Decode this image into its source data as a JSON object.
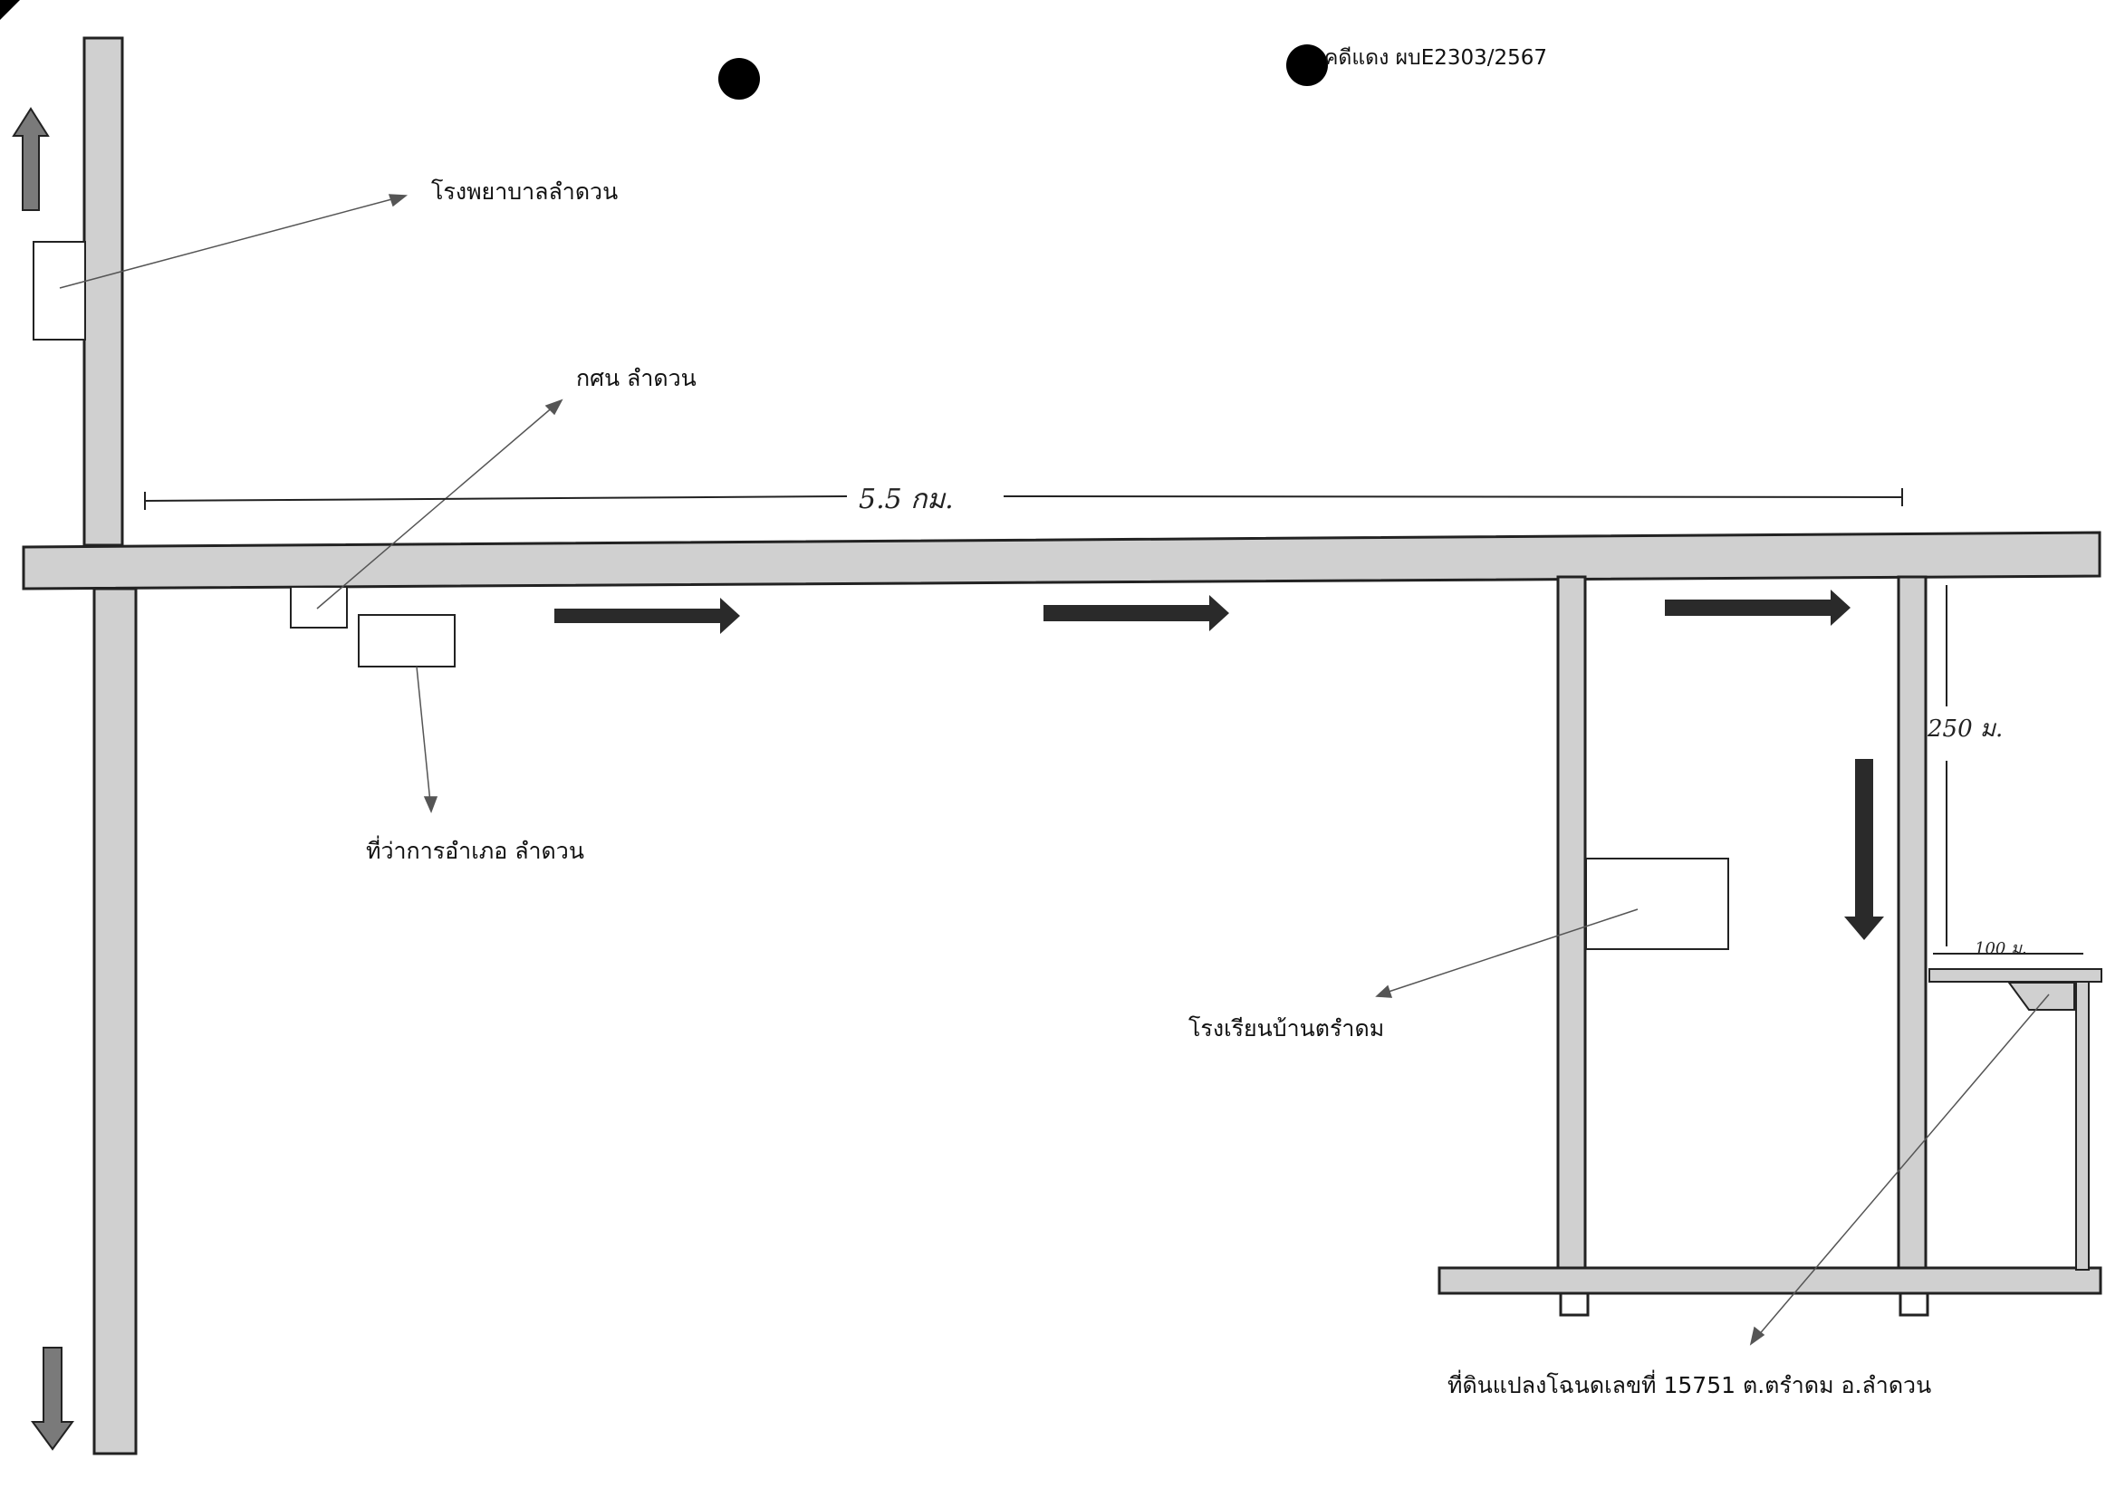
{
  "case_number": "คดีแดง ผบE2303/2567",
  "places": {
    "hospital": "โรงพยาบาลลำดวน",
    "nfe_center": "กศน ลำดวน",
    "district_office": "ที่ว่าการอำเภอ ลำดวน",
    "school": "โรงเรียนบ้านตรำดม",
    "land_plot": "ที่ดินแปลงโฉนดเลขที่ 15751 ต.ตรำดม อ.ลำดวน"
  },
  "distances": {
    "main_road": "5.5 กม.",
    "side_road": "250 ม.",
    "plot_offset": "100 ม."
  },
  "colors": {
    "road_fill": "#d0d0d0",
    "road_edge": "#222222",
    "arrow_dark": "#2a2a2a",
    "arrow_grey": "#7a7a7a"
  }
}
